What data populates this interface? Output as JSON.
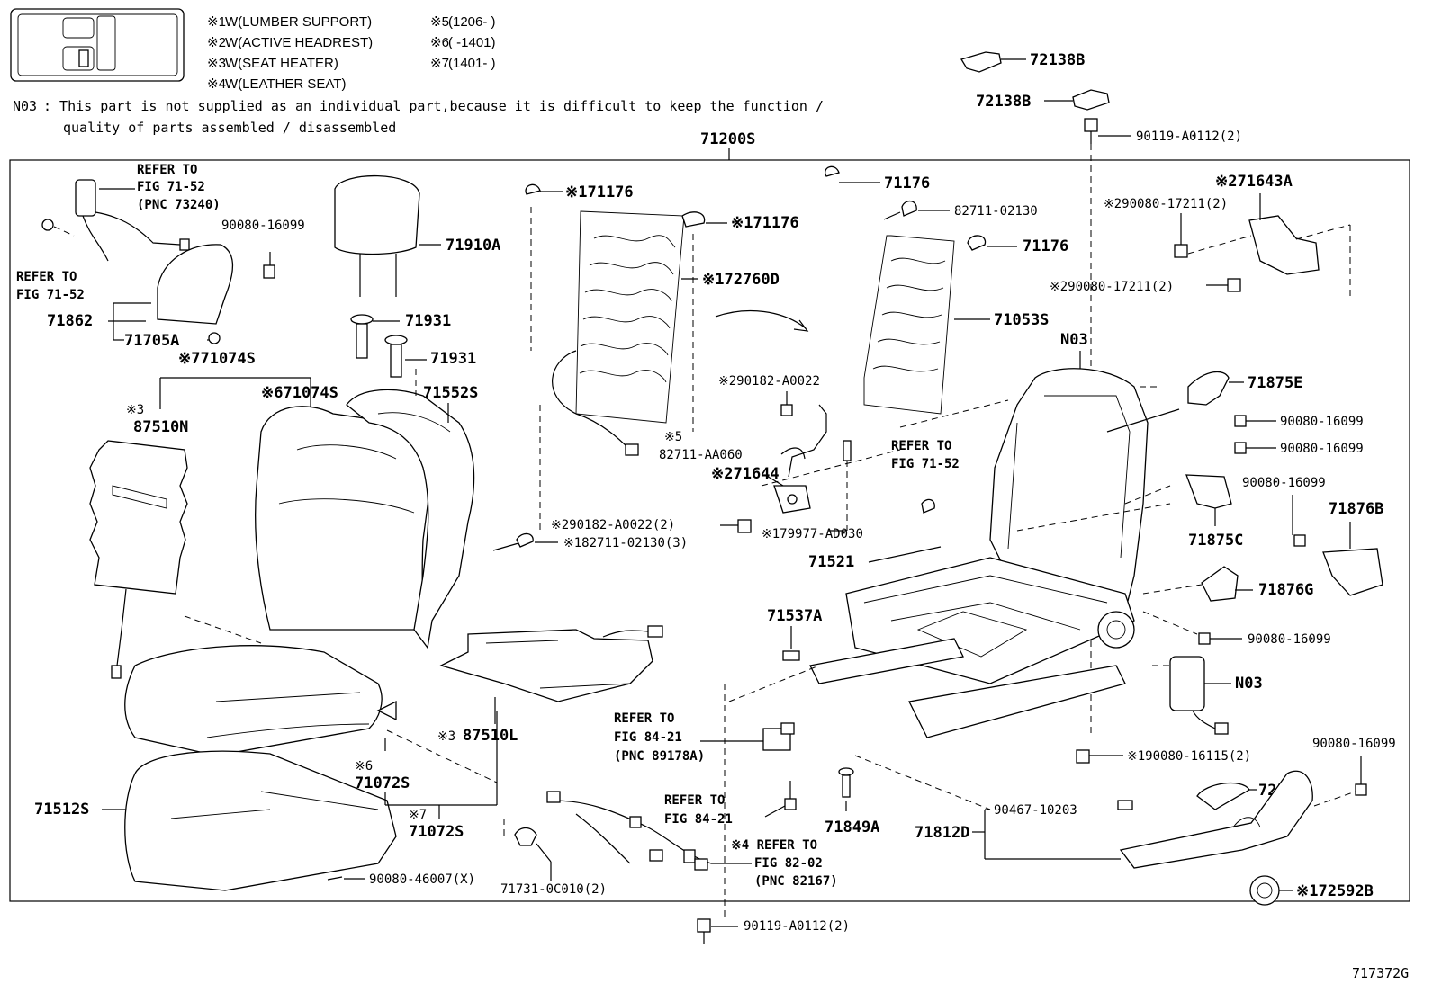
{
  "legend": [
    {
      "mark": "※1",
      "text": "W(LUMBER SUPPORT)"
    },
    {
      "mark": "※2",
      "text": "W(ACTIVE HEADREST)"
    },
    {
      "mark": "※3",
      "text": "W(SEAT HEATER)"
    },
    {
      "mark": "※4",
      "text": "W(LEATHER SEAT)"
    },
    {
      "mark": "※5",
      "text": "(1206-      )"
    },
    {
      "mark": "※6",
      "text": "(      -1401)"
    },
    {
      "mark": "※7",
      "text": "(1401-      )"
    }
  ],
  "note": {
    "code": "N03",
    "line1": ": This part is not supplied as an individual part,because it is difficult to keep the function /",
    "line2": "quality of parts assembled / disassembled"
  },
  "figure_id": "717372G",
  "parts": {
    "p71200S": "71200S",
    "p72138B_a": "72138B",
    "p72138B_b": "72138B",
    "p90119_top": "90119-A0112(2)",
    "refer_7152_a1": "REFER TO",
    "refer_7152_a2": "FIG 71-52",
    "refer_7152_a3": "(PNC 73240)",
    "p90080_16099_a": "90080-16099",
    "refer_7152_b1": "REFER TO",
    "refer_7152_b2": "FIG 71-52",
    "p71862": "71862",
    "p71705A": "71705A",
    "p71910A": "71910A",
    "p71931_a": "71931",
    "p71931_b": "71931",
    "p71074S_7": "※771074S",
    "p71074S_6": "※671074S",
    "p71552S": "71552S",
    "p87510N_mark": "※3",
    "p87510N": "87510N",
    "p71176_a": "※171176",
    "p71176_b": "※171176",
    "p72760D": "※172760D",
    "p82711AA060_mark": "※5",
    "p82711AA060": "82711-AA060",
    "p71176_c": "71176",
    "p82711_02130_a": "82711-02130",
    "p71176_d": "71176",
    "p71053S": "71053S",
    "p90182_a": "※290182-A0022",
    "p71644": "※271644",
    "p90182_b": "※290182-A0022(2)",
    "p82711_02130_b": "※182711-02130(3)",
    "p79977": "※179977-AD030",
    "refer_7152_c1": "REFER TO",
    "refer_7152_c2": "FIG 71-52",
    "p71643A": "※271643A",
    "p90080_17211_a": "※290080-17211(2)",
    "p90080_17211_b": "※290080-17211(2)",
    "pN03_a": "N03",
    "p71875E": "71875E",
    "p90080_16099_b": "90080-16099",
    "p90080_16099_c": "90080-16099",
    "p90080_16099_d": "90080-16099",
    "p71876B": "71876B",
    "p71875C": "71875C",
    "p71876G": "71876G",
    "p90080_16099_e": "90080-16099",
    "pN03_b": "N03",
    "p71521": "71521",
    "p71537A": "71537A",
    "refer_8421_a1": "REFER TO",
    "refer_8421_a2": "FIG 84-21",
    "refer_8421_a3": "(PNC 89178A)",
    "refer_8421_b1": "REFER TO",
    "refer_8421_b2": "FIG 84-21",
    "p71849A": "71849A",
    "p90080_16115": "※190080-16115(2)",
    "p90080_16099_f": "90080-16099",
    "p72526": "72526",
    "p71812D": "71812D",
    "p90467": "90467-10203",
    "p72592B": "※172592B",
    "p87510L_mark": "※3",
    "p87510L": "87510L",
    "p71072S_6mark": "※6",
    "p71072S_6": "71072S",
    "p71072S_7mark": "※7",
    "p71072S_7": "71072S",
    "p71512S": "71512S",
    "p90080_46007": "90080-46007(X)",
    "p71731": "71731-0C010(2)",
    "refer_8202_1": "※4 REFER TO",
    "refer_8202_2": "FIG 82-02",
    "refer_8202_3": "(PNC 82167)",
    "p90119_bottom": "90119-A0112(2)"
  }
}
